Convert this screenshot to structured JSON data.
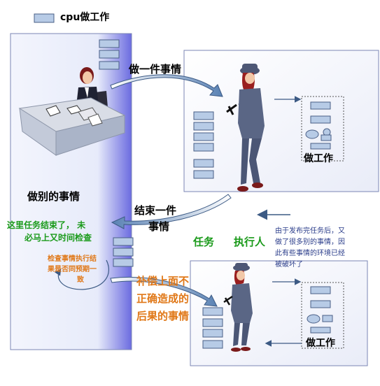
{
  "legend": {
    "label": "cpu做工作"
  },
  "left_panel": {
    "label": "做别的事情"
  },
  "labels": {
    "do_one_thing": "做一件事情",
    "end_one_thing_line1": "结束一件",
    "end_one_thing_line2": "事情",
    "task_ended_line1": "这里任务结束了， 未",
    "task_ended_line2": "必马上又时间检查",
    "check_line1": "检查事情执行结",
    "check_line2": "果是否同预期一",
    "check_line3": "致",
    "compensate_line1": "补偿上面不",
    "compensate_line2": "正确造成的",
    "compensate_line3": "后果的事情",
    "task": "任务",
    "executor": "执行人",
    "note_line1": "由于发布完任务后，又",
    "note_line2": "做了很多别的事情，因",
    "note_line3": "此有些事情的环境已经",
    "note_line4": "被破坏了",
    "work_top": "做工作",
    "work_bottom": "做工作"
  },
  "colors": {
    "block_fill": "#b7cbe6",
    "block_stroke": "#4a5f86",
    "panel_gradient_start": "#eef1fb",
    "panel_gradient_end": "#6d6ee0",
    "arrow": "#4a6e9a",
    "green": "#1a9a1a",
    "orange": "#e07818"
  }
}
